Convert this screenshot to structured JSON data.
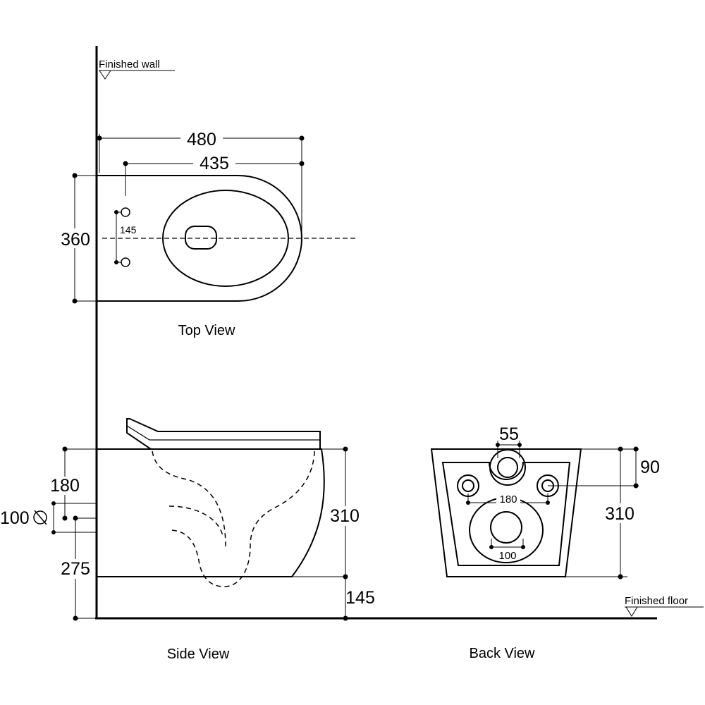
{
  "labels": {
    "finished_wall": "Finished wall",
    "finished_floor": "Finished floor",
    "top_view": "Top View",
    "side_view": "Side View",
    "back_view": "Back View"
  },
  "top_view": {
    "length_overall": "480",
    "length_bowl": "435",
    "width": "360",
    "bolt_spacing": "145"
  },
  "side_view": {
    "bolt_offset": "180",
    "inlet_diameter": "100",
    "inlet_height": "275",
    "height": "310",
    "floor_clearance": "145"
  },
  "back_view": {
    "top_hole": "55",
    "top_offset": "90",
    "height": "310",
    "bolt_spacing": "180",
    "outlet": "100"
  },
  "colors": {
    "line": "#000000",
    "background": "#ffffff"
  }
}
